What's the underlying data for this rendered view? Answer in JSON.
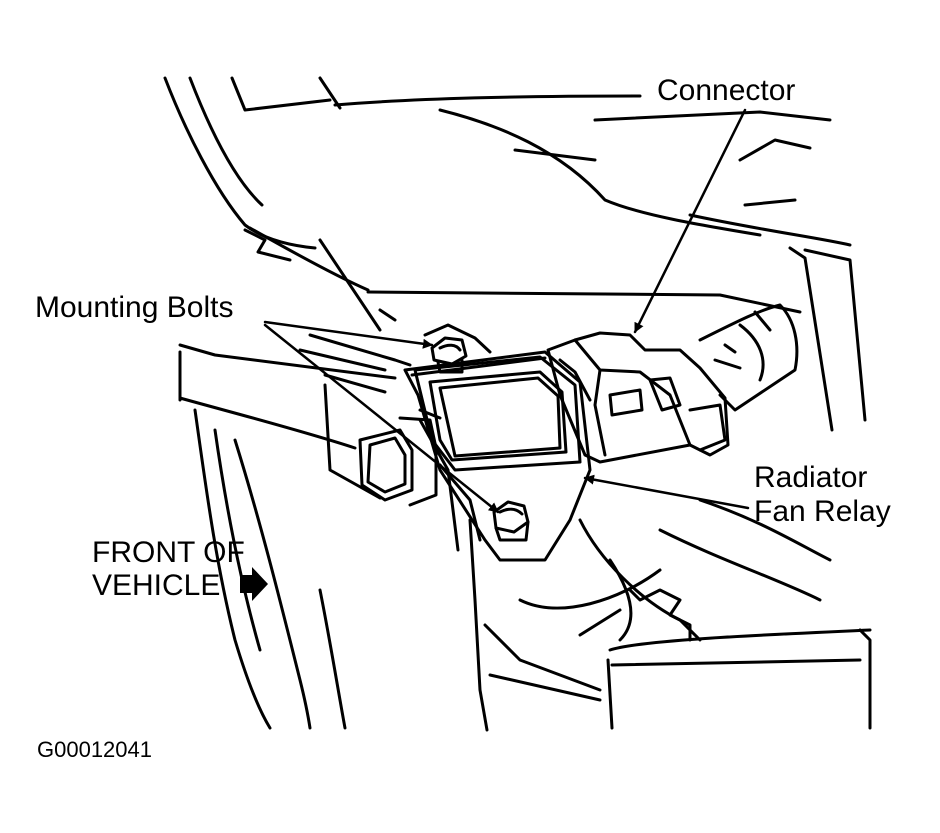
{
  "labels": {
    "connector": "Connector",
    "mounting_bolts": "Mounting Bolts",
    "radiator_fan_relay_line1": "Radiator",
    "radiator_fan_relay_line2": "Fan Relay",
    "front_of_vehicle_line1": "FRONT OF",
    "front_of_vehicle_line2": "VEHICLE"
  },
  "figure_id": "G00012041",
  "colors": {
    "ink": "#000000",
    "paper": "#ffffff"
  }
}
